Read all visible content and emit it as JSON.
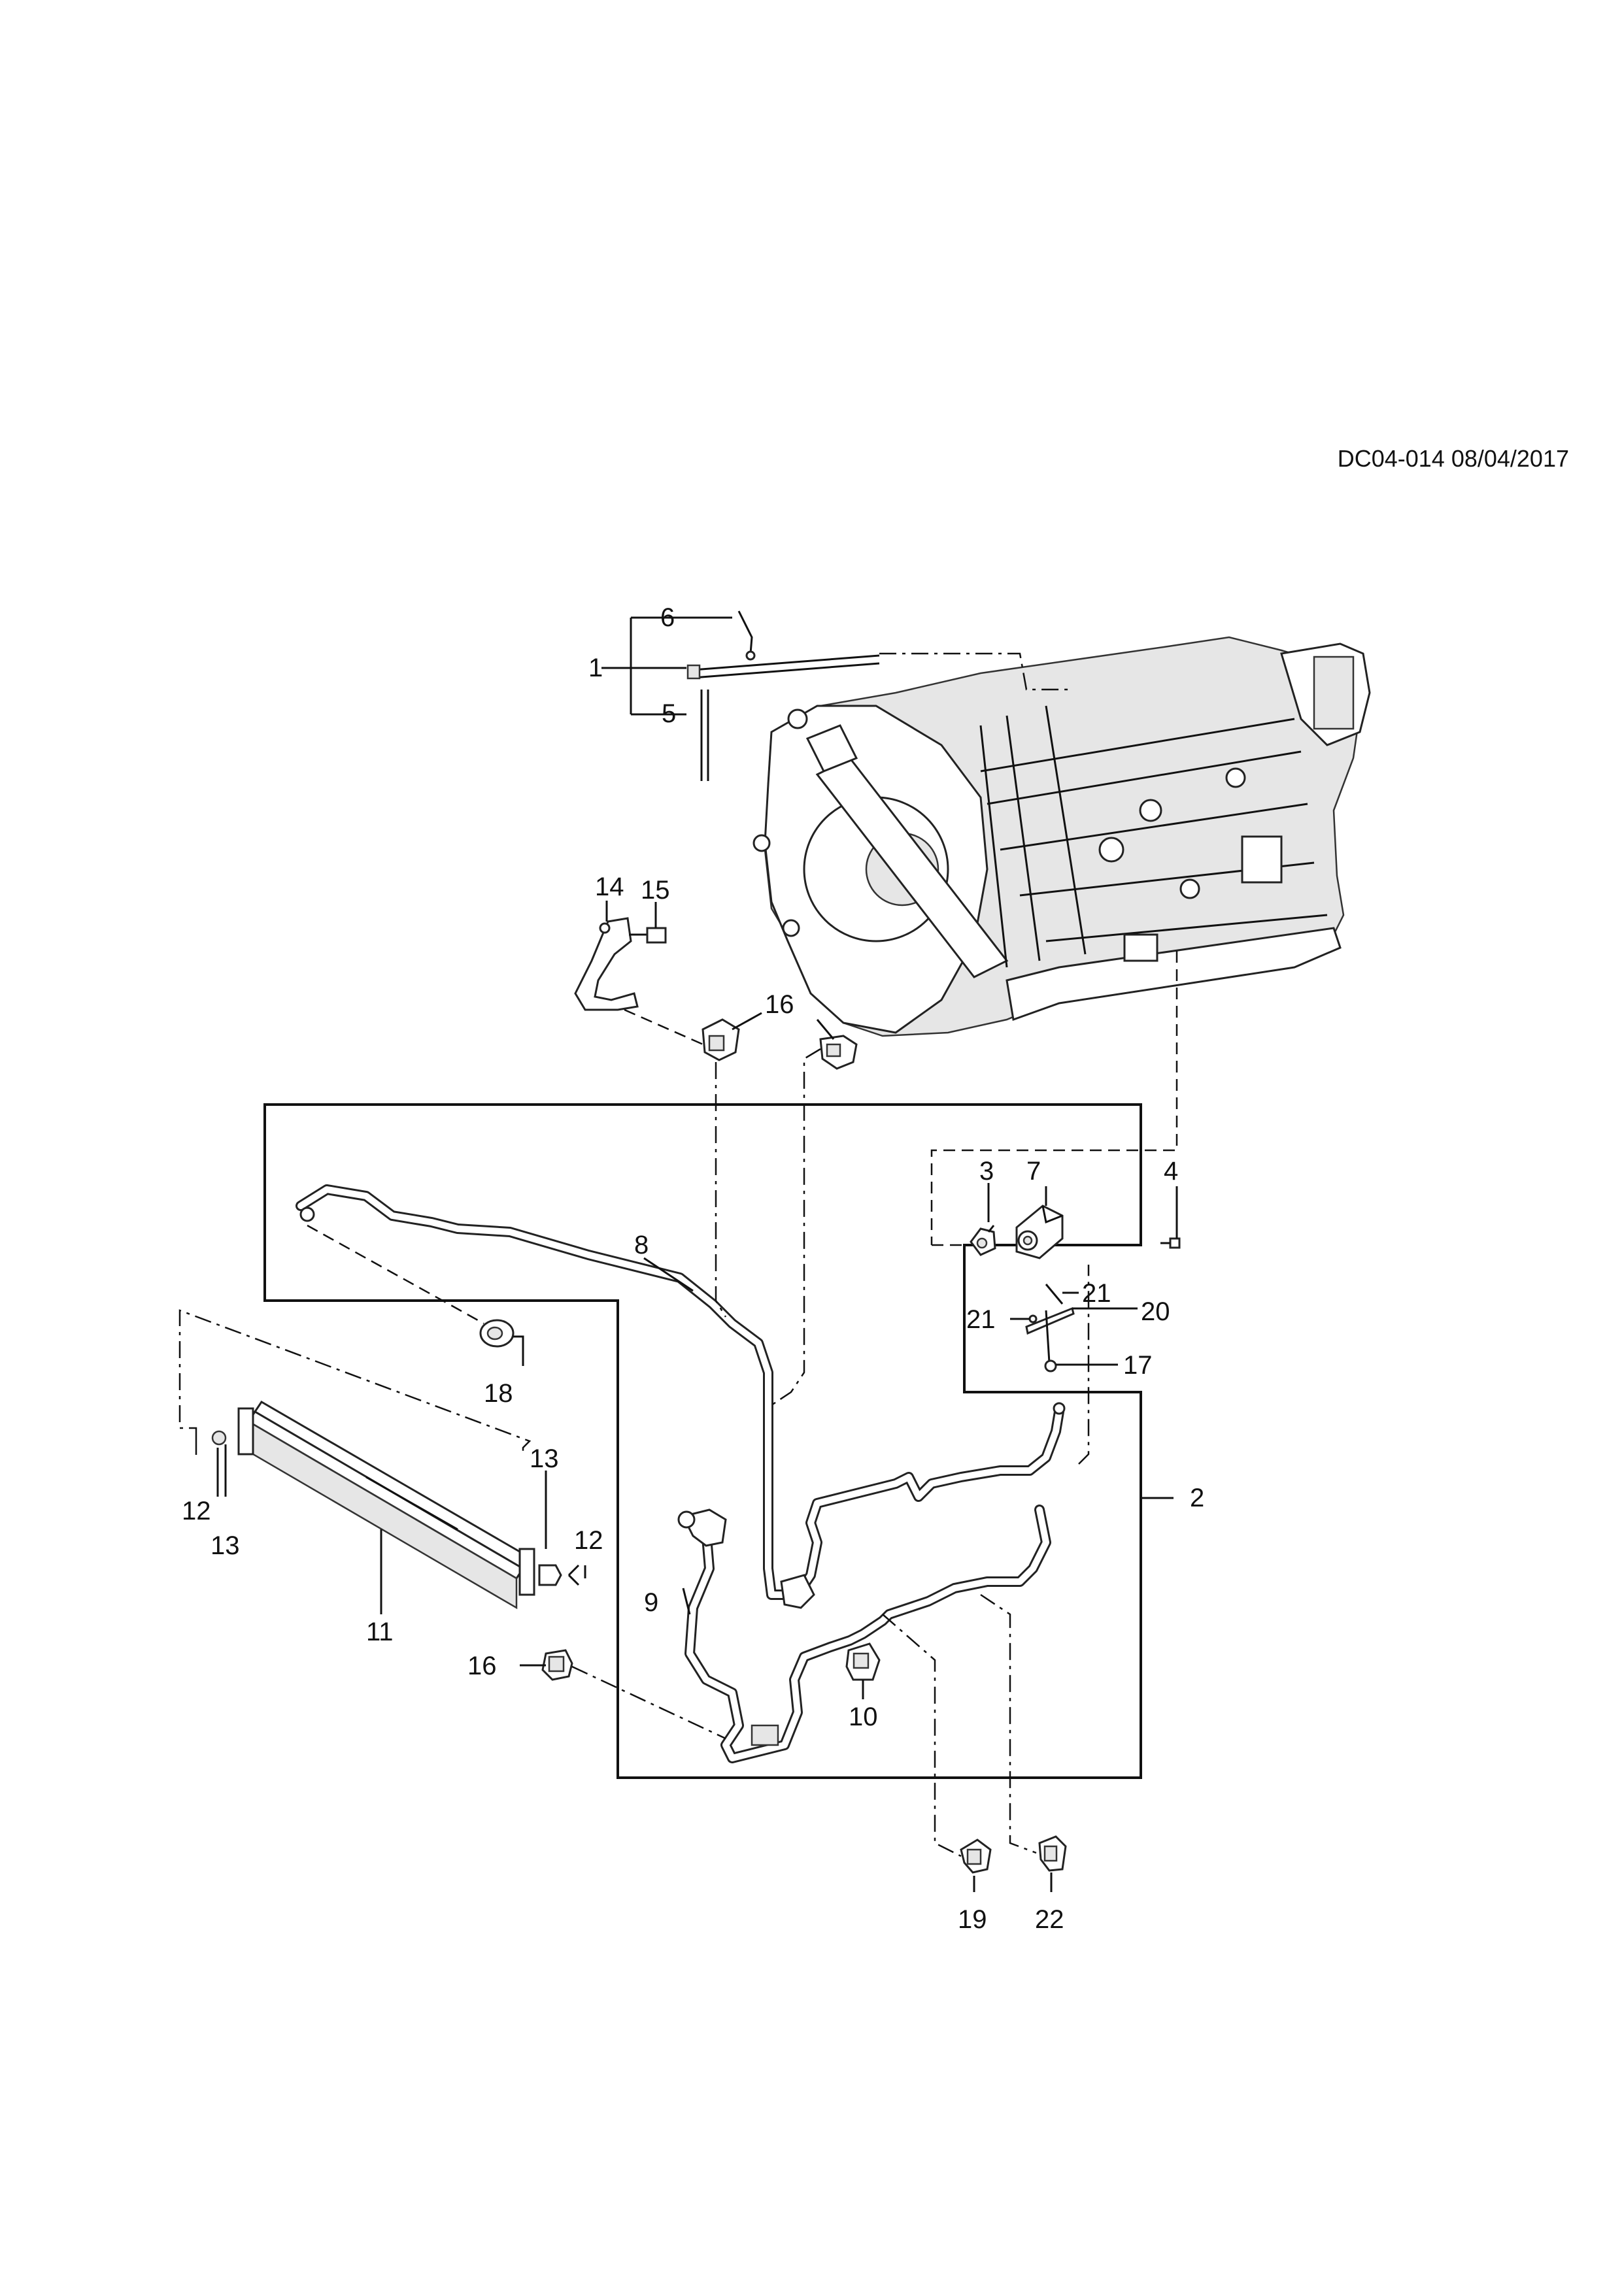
{
  "header": {
    "doc_id": "DC04-014 08/04/2017"
  },
  "callouts": {
    "c1": "1",
    "c2": "2",
    "c3": "3",
    "c4": "4",
    "c5": "5",
    "c6": "6",
    "c7": "7",
    "c8": "8",
    "c9": "9",
    "c10": "10",
    "c11": "11",
    "c12a": "12",
    "c12b": "12",
    "c13a": "13",
    "c13b": "13",
    "c14": "14",
    "c15": "15",
    "c16a": "16",
    "c16b": "16",
    "c17": "17",
    "c18": "18",
    "c19": "19",
    "c20": "20",
    "c21a": "21",
    "c21b": "21",
    "c22": "22"
  }
}
